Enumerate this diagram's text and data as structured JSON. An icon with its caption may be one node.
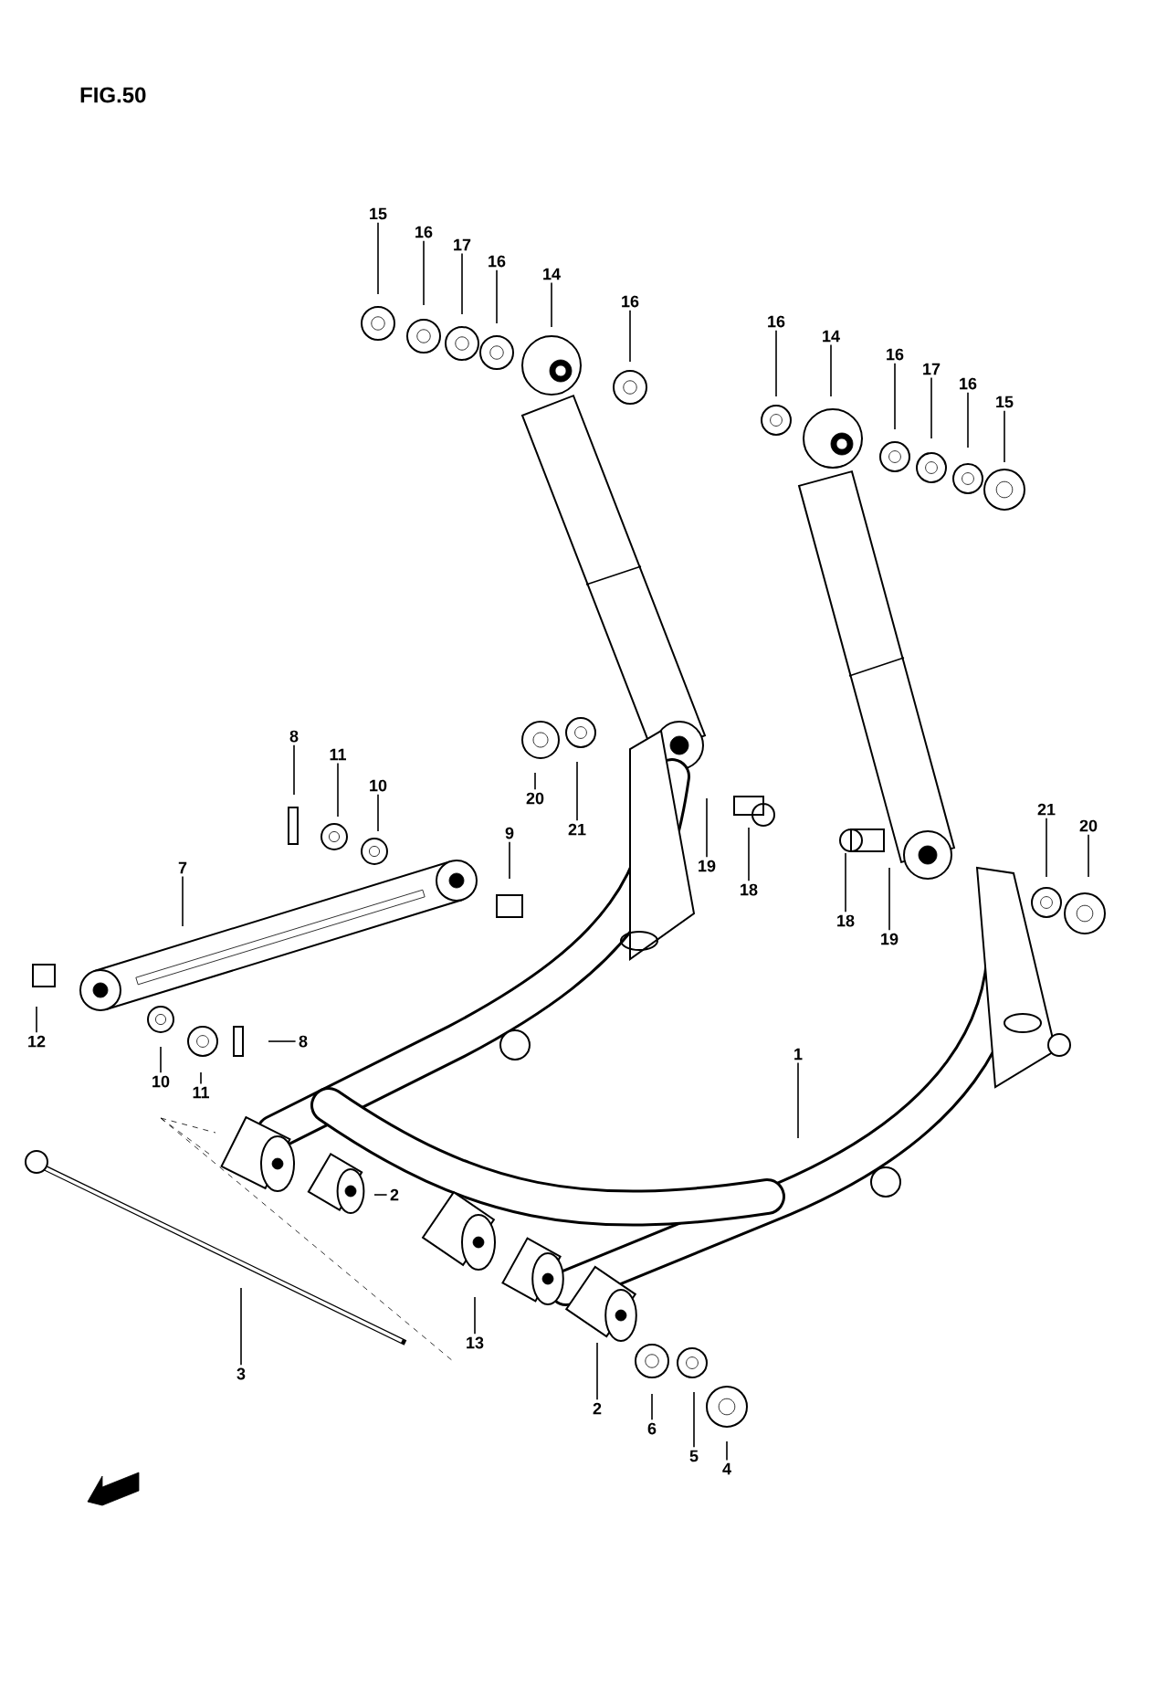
{
  "diagram": {
    "title": "FIG.50",
    "nodes": [
      {
        "text": [
          "15"
        ]
      },
      {
        "text": [
          "16"
        ]
      },
      {
        "text": [
          "17"
        ]
      },
      {
        "text": [
          "16"
        ]
      },
      {
        "text": [
          "14"
        ]
      },
      {
        "text": [
          "16"
        ]
      },
      {
        "text": [
          "16"
        ]
      },
      {
        "text": [
          "14"
        ]
      },
      {
        "text": [
          "16"
        ]
      },
      {
        "text": [
          "17"
        ]
      },
      {
        "text": [
          "16"
        ]
      },
      {
        "text": [
          "15"
        ]
      },
      {
        "text": [
          "8"
        ]
      },
      {
        "text": [
          "11"
        ]
      },
      {
        "text": [
          "10"
        ]
      },
      {
        "text": [
          "9"
        ]
      },
      {
        "text": [
          "7"
        ]
      },
      {
        "text": [
          "12"
        ]
      },
      {
        "text": [
          "20"
        ]
      },
      {
        "text": [
          "21"
        ]
      },
      {
        "text": [
          "19"
        ]
      },
      {
        "text": [
          "18"
        ]
      },
      {
        "text": [
          "18"
        ]
      },
      {
        "text": [
          "19"
        ]
      },
      {
        "text": [
          "21"
        ]
      },
      {
        "text": [
          "20"
        ]
      },
      {
        "text": [
          "10"
        ]
      },
      {
        "text": [
          "11"
        ]
      },
      {
        "text": [
          "8"
        ]
      },
      {
        "text": [
          "1"
        ]
      },
      {
        "text": [
          "2"
        ]
      },
      {
        "text": [
          "3"
        ]
      },
      {
        "text": [
          "13"
        ]
      },
      {
        "text": [
          "2"
        ]
      },
      {
        "text": [
          "6"
        ]
      },
      {
        "text": [
          "5"
        ]
      },
      {
        "text": [
          "4"
        ]
      }
    ],
    "edges": [
      {
        "from": 0,
        "to": null,
        "arrow": "none"
      },
      {
        "from": 1,
        "to": null,
        "arrow": "none"
      },
      {
        "from": 2,
        "to": null,
        "arrow": "none"
      },
      {
        "from": 3,
        "to": null,
        "arrow": "none"
      },
      {
        "from": 4,
        "to": null,
        "arrow": "none"
      },
      {
        "from": 5,
        "to": null,
        "arrow": "none"
      },
      {
        "from": 6,
        "to": null,
        "arrow": "none"
      },
      {
        "from": 7,
        "to": null,
        "arrow": "none"
      },
      {
        "from": 8,
        "to": null,
        "arrow": "none"
      },
      {
        "from": 9,
        "to": null,
        "arrow": "none"
      },
      {
        "from": 10,
        "to": null,
        "arrow": "none"
      },
      {
        "from": 11,
        "to": null,
        "arrow": "none"
      },
      {
        "from": 12,
        "to": null,
        "arrow": "none"
      },
      {
        "from": 13,
        "to": null,
        "arrow": "none"
      },
      {
        "from": 14,
        "to": null,
        "arrow": "none"
      },
      {
        "from": 15,
        "to": null,
        "arrow": "none"
      },
      {
        "from": 16,
        "to": null,
        "arrow": "none"
      },
      {
        "from": 17,
        "to": null,
        "arrow": "none"
      },
      {
        "from": 18,
        "to": null,
        "arrow": "none"
      },
      {
        "from": 19,
        "to": null,
        "arrow": "none"
      },
      {
        "from": 20,
        "to": null,
        "arrow": "none"
      },
      {
        "from": 21,
        "to": null,
        "arrow": "none"
      },
      {
        "from": 22,
        "to": null,
        "arrow": "none"
      },
      {
        "from": 23,
        "to": null,
        "arrow": "none"
      },
      {
        "from": 24,
        "to": null,
        "arrow": "none"
      },
      {
        "from": 25,
        "to": null,
        "arrow": "none"
      },
      {
        "from": 26,
        "to": null,
        "arrow": "none"
      },
      {
        "from": 27,
        "to": null,
        "arrow": "none"
      },
      {
        "from": 28,
        "to": null,
        "arrow": "none"
      },
      {
        "from": 29,
        "to": null,
        "arrow": "none"
      },
      {
        "from": 30,
        "to": null,
        "arrow": "none"
      },
      {
        "from": 31,
        "to": null,
        "arrow": "none"
      },
      {
        "from": 32,
        "to": null,
        "arrow": "none"
      },
      {
        "from": 33,
        "to": null,
        "arrow": "none"
      },
      {
        "from": 34,
        "to": null,
        "arrow": "none"
      },
      {
        "from": 35,
        "to": null,
        "arrow": "none"
      },
      {
        "from": 36,
        "to": null,
        "arrow": "none"
      }
    ]
  }
}
